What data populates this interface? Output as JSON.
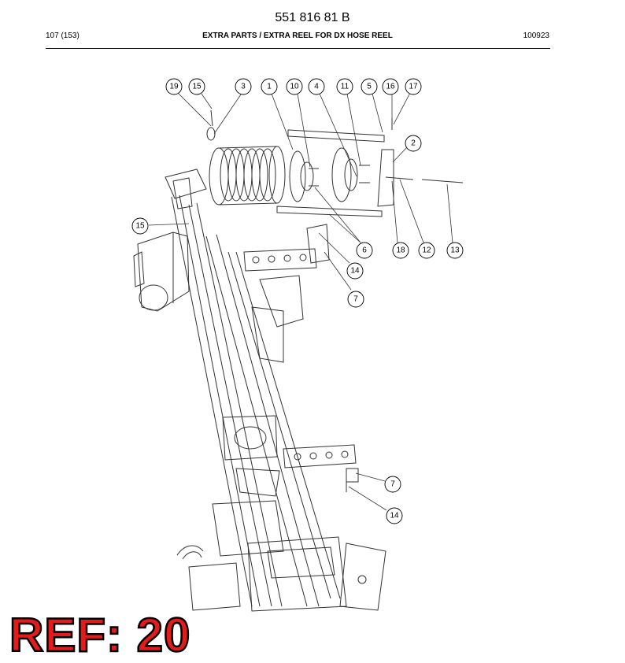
{
  "header": {
    "doc_number": "551 816 81 B",
    "page": "107 (153)",
    "title": "EXTRA PARTS / EXTRA REEL FOR DX HOSE REEL",
    "date_code": "100923"
  },
  "callouts": {
    "c19": "19",
    "c15a": "15",
    "c3": "3",
    "c1": "1",
    "c10": "10",
    "c4": "4",
    "c11": "11",
    "c5": "5",
    "c16": "16",
    "c17": "17",
    "c2": "2",
    "c15b": "15",
    "c6": "6",
    "c18": "18",
    "c12": "12",
    "c13": "13",
    "c14a": "14",
    "c7a": "7",
    "c7b": "7",
    "c14b": "14"
  },
  "stamp": {
    "text": "REF: 20",
    "color": "#e31b1b"
  }
}
